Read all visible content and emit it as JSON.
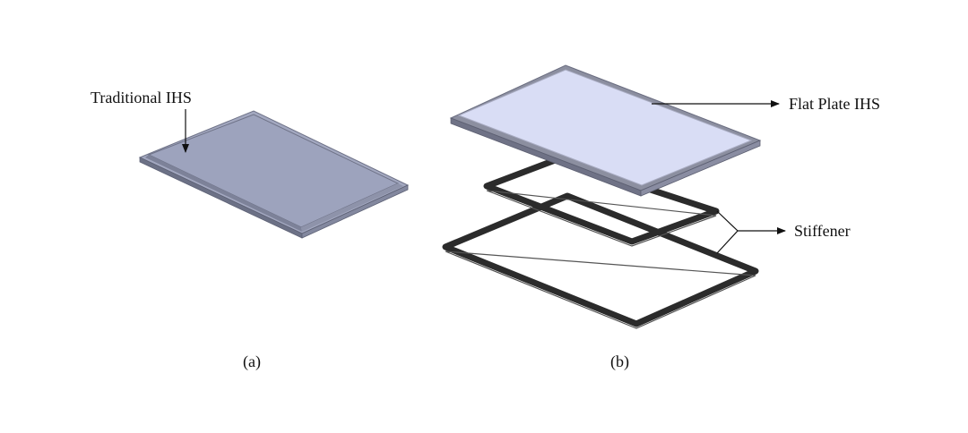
{
  "figure": {
    "panel_a": {
      "label": "Traditional IHS",
      "caption": "(a)"
    },
    "panel_b": {
      "label_plate": "Flat Plate IHS",
      "label_stiffener": "Stiffener",
      "caption": "(b)"
    }
  },
  "colors": {
    "traditional_top": "#9da3bd",
    "traditional_side": "#7d8299",
    "flat_plate_top": "#d9ddf5",
    "flat_plate_rim": "#8c8fa0",
    "stiffener": "#2b2b2b",
    "text": "#111111"
  }
}
